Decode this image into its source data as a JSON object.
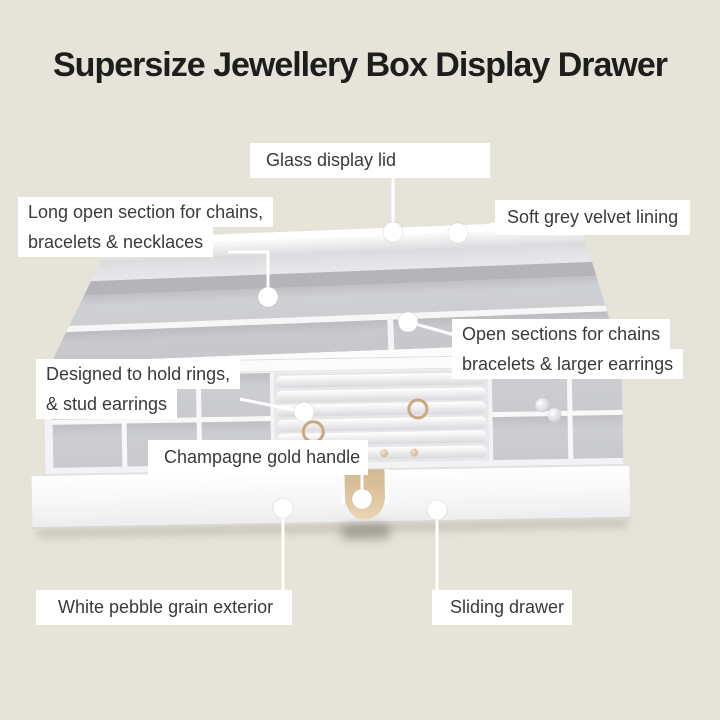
{
  "title": "Supersize Jewellery Box Display Drawer",
  "labels": {
    "glass_lid": "Glass display lid",
    "long_open_section": {
      "line1": "Long open section for chains,",
      "line2": "bracelets & necklaces"
    },
    "velvet_lining": "Soft grey velvet lining",
    "open_sections": {
      "line1": "Open sections for chains",
      "line2": "bracelets & larger earrings"
    },
    "rings_studs": {
      "line1": "Designed to hold rings,",
      "line2": "& stud earrings"
    },
    "gold_handle": "Champagne gold handle",
    "pebble_exterior": "White pebble grain exterior",
    "sliding_drawer": "Sliding drawer"
  },
  "colors": {
    "background": "#e6e3d8",
    "title_text": "#1d1d1b",
    "label_bg": "#ffffff",
    "label_text": "#3a3a3a",
    "leader": "#ffffff",
    "box_white": "#f7f7f8",
    "velvet": "#c9cacd",
    "velvet_dark": "#b4b4b9",
    "handle_gold": "#ddc29d",
    "jewellery_gold": "#c9a87e",
    "jewellery_silver": "#d9d9e0",
    "bracelet_pink": "#eac6b3"
  }
}
